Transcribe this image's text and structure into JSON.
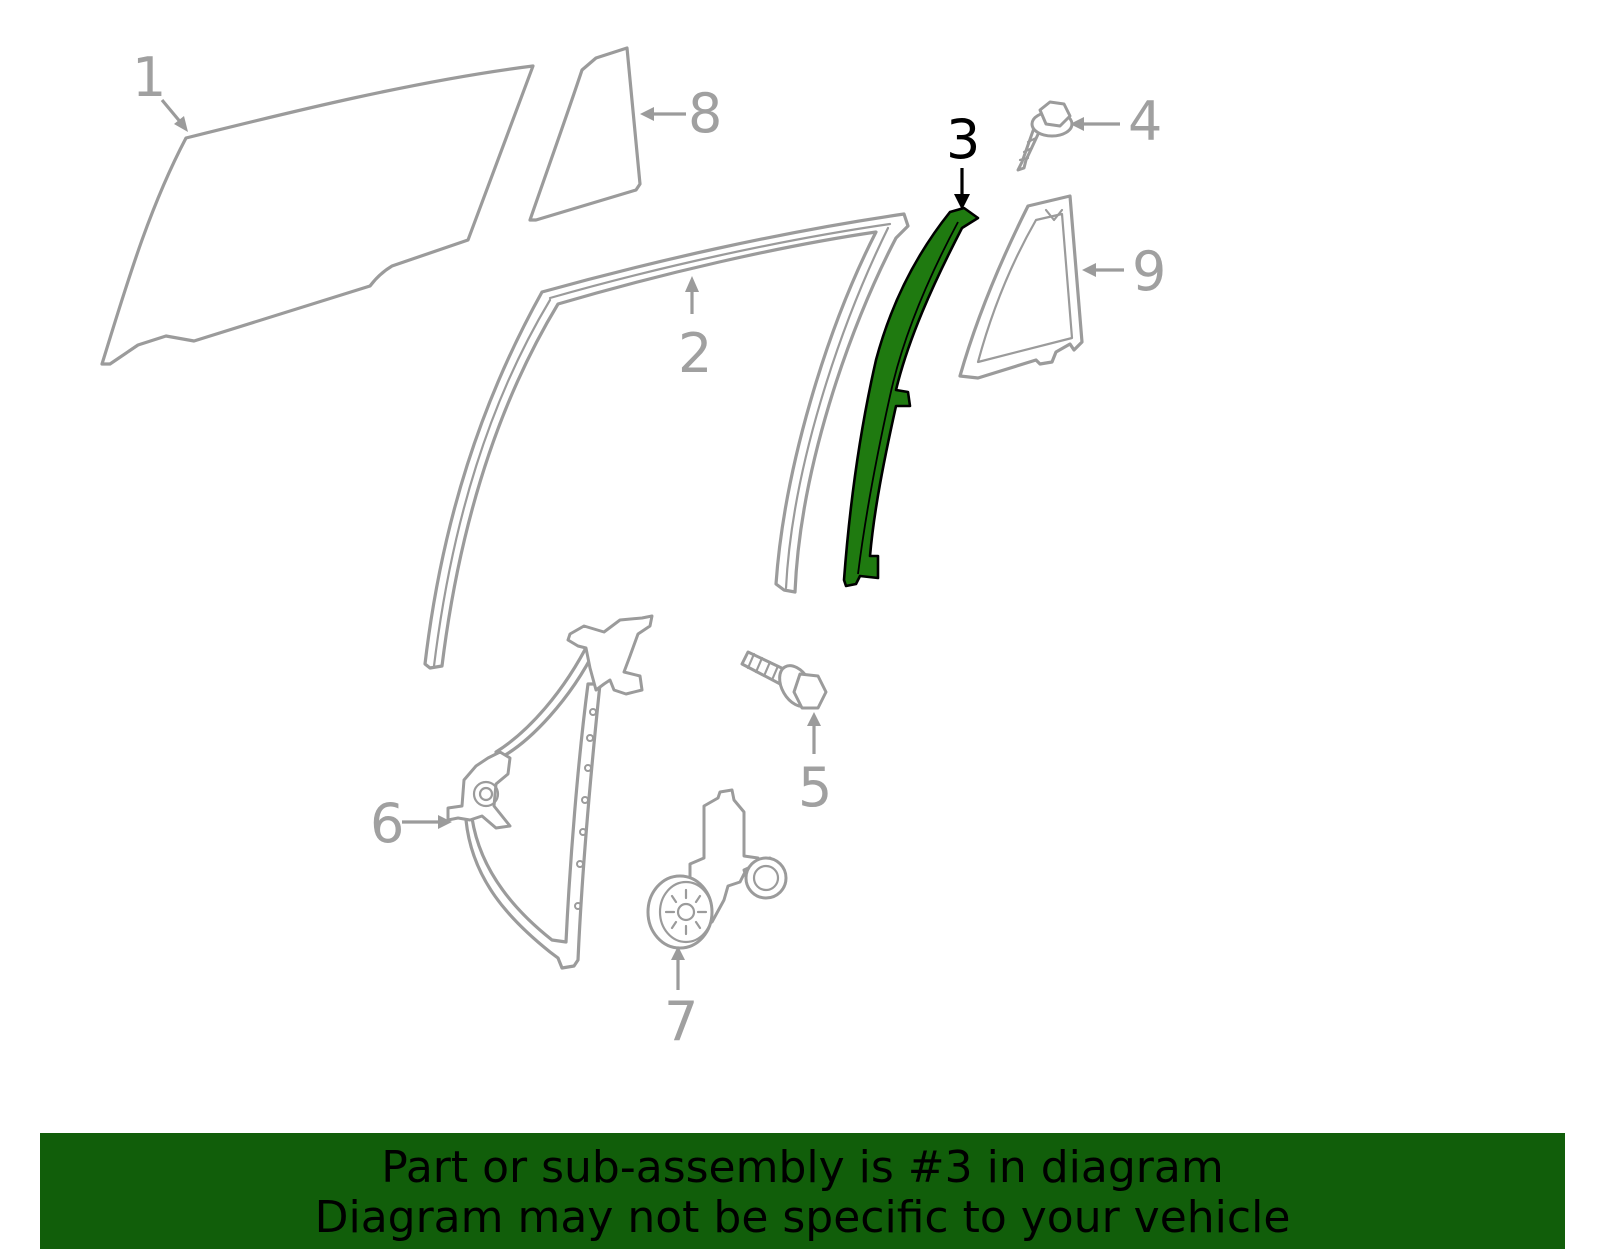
{
  "callouts": {
    "c1": "1",
    "c2": "2",
    "c3": "3",
    "c4": "4",
    "c5": "5",
    "c6": "6",
    "c7": "7",
    "c8": "8",
    "c9": "9"
  },
  "highlighted_part": "3",
  "colors": {
    "highlight": "#1f7a10",
    "banner_background": "#115e0a",
    "part_outline": "#9b9b9b"
  },
  "banner": {
    "line1": "Part or sub-assembly is #3 in diagram",
    "line2": "Diagram may not be specific to your vehicle"
  }
}
